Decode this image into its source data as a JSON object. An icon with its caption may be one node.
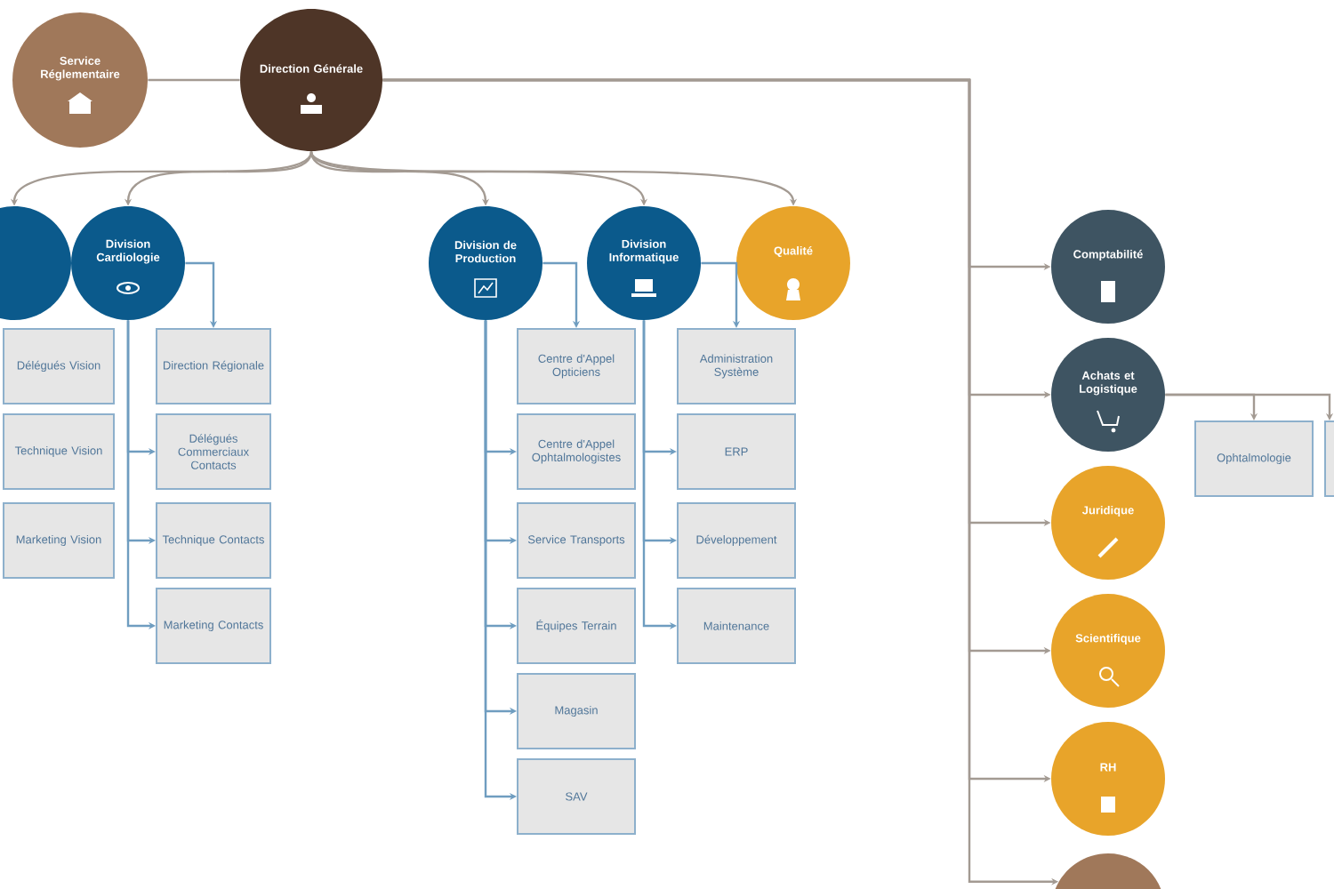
{
  "diagram": {
    "nodes": [
      {
        "text": [
          "Service Réglementaire"
        ]
      },
      {
        "text": [
          "Direction Générale"
        ]
      },
      {
        "text": [],
        "shape": "circle"
      },
      {
        "text": [
          "Division Cardiologie"
        ]
      },
      {
        "text": [
          "Division de Production"
        ]
      },
      {
        "text": [
          "Division Informatique"
        ]
      },
      {
        "text": [
          "Qualité"
        ]
      },
      {
        "text": [
          "Comptabilité"
        ]
      },
      {
        "text": [
          "Achats et Logistique"
        ]
      },
      {
        "text": [
          "Juridique"
        ]
      },
      {
        "text": [
          "Scientifique"
        ]
      },
      {
        "text": [
          "RH"
        ]
      },
      {
        "text": [],
        "shape": "circle"
      },
      {
        "text": [
          "Délégués Vision"
        ]
      },
      {
        "text": [
          "Technique Vision"
        ]
      },
      {
        "text": [
          "Marketing Vision"
        ]
      },
      {
        "text": [
          "Direction Régionale"
        ]
      },
      {
        "text": [
          "Délégués Commerciaux Contacts"
        ]
      },
      {
        "text": [
          "Technique Contacts"
        ]
      },
      {
        "text": [
          "Marketing Contacts"
        ]
      },
      {
        "text": [
          "Centre d'Appel Opticiens"
        ]
      },
      {
        "text": [
          "Centre d'Appel Ophtalmologistes"
        ]
      },
      {
        "text": [
          "Service Transports"
        ]
      },
      {
        "text": [
          "Équipes Terrain"
        ]
      },
      {
        "text": [
          "Magasin"
        ]
      },
      {
        "text": [
          "SAV"
        ]
      },
      {
        "text": [
          "Administration Système"
        ]
      },
      {
        "text": [
          "ERP"
        ]
      },
      {
        "text": [
          "Développement"
        ]
      },
      {
        "text": [
          "Maintenance"
        ]
      },
      {
        "text": [
          "Ophtalmologie"
        ]
      },
      {
        "text": [],
        "shape": "box"
      }
    ],
    "edges": [
      {
        "from": 0,
        "to": 1,
        "arrow": "none",
        "color": "#a39a92"
      },
      {
        "from": 1,
        "to": 2,
        "arrow": "to",
        "color": "#a39a92"
      },
      {
        "from": 1,
        "to": 3,
        "arrow": "to",
        "color": "#a39a92"
      },
      {
        "from": 1,
        "to": 4,
        "arrow": "to",
        "color": "#a39a92"
      },
      {
        "from": 1,
        "to": 5,
        "arrow": "to",
        "color": "#a39a92"
      },
      {
        "from": 1,
        "to": 6,
        "arrow": "to",
        "color": "#a39a92"
      },
      {
        "from": 1,
        "to": 7,
        "arrow": "to",
        "color": "#a39a92"
      },
      {
        "from": 1,
        "to": 8,
        "arrow": "to",
        "color": "#a39a92"
      },
      {
        "from": 1,
        "to": 9,
        "arrow": "to",
        "color": "#a39a92"
      },
      {
        "from": 1,
        "to": 10,
        "arrow": "to",
        "color": "#a39a92"
      },
      {
        "from": 1,
        "to": 11,
        "arrow": "to",
        "color": "#a39a92"
      },
      {
        "from": 1,
        "to": 12,
        "arrow": "to",
        "color": "#a39a92"
      },
      {
        "from": 3,
        "to": 16,
        "arrow": "to"
      },
      {
        "from": 3,
        "to": 17,
        "arrow": "to"
      },
      {
        "from": 3,
        "to": 18,
        "arrow": "to"
      },
      {
        "from": 3,
        "to": 19,
        "arrow": "to"
      },
      {
        "from": 4,
        "to": 20,
        "arrow": "to"
      },
      {
        "from": 4,
        "to": 21,
        "arrow": "to"
      },
      {
        "from": 4,
        "to": 22,
        "arrow": "to"
      },
      {
        "from": 4,
        "to": 23,
        "arrow": "to"
      },
      {
        "from": 4,
        "to": 24,
        "arrow": "to"
      },
      {
        "from": 4,
        "to": 25,
        "arrow": "to"
      },
      {
        "from": 5,
        "to": 26,
        "arrow": "to"
      },
      {
        "from": 5,
        "to": 27,
        "arrow": "to"
      },
      {
        "from": 5,
        "to": 28,
        "arrow": "to"
      },
      {
        "from": 5,
        "to": 29,
        "arrow": "to"
      },
      {
        "from": 8,
        "to": 30,
        "arrow": "to",
        "color": "#a39a92"
      },
      {
        "from": 8,
        "to": 31,
        "arrow": "to",
        "color": "#a39a92"
      }
    ]
  }
}
